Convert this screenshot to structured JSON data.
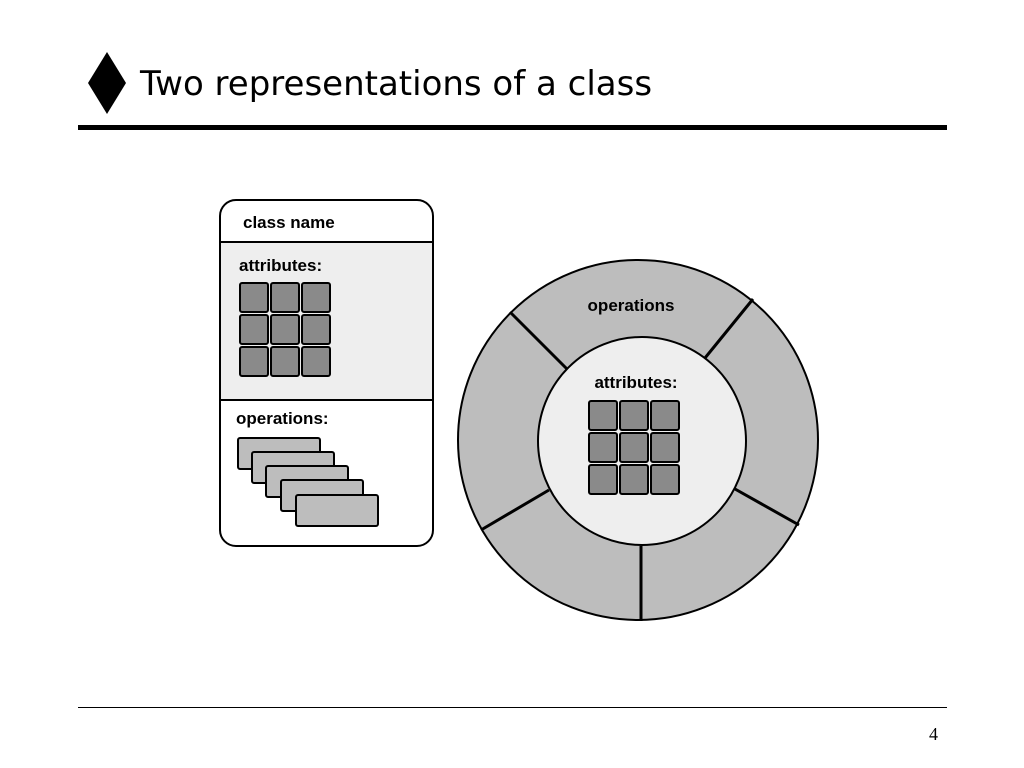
{
  "slide": {
    "title": "Two representations of a class",
    "page_number": "4",
    "bullet_icon": "diamond-bullet-icon"
  },
  "box_representation": {
    "class_name_label": "class name",
    "attributes_label": "attributes:",
    "operations_label": "operations:"
  },
  "donut_representation": {
    "operations_label": "operations",
    "attributes_label": "attributes:"
  },
  "colors": {
    "ring_fill": "#bdbdbd",
    "core_fill": "#eeeeee",
    "attribute_cell": "#8a8a8a",
    "operation_card": "#bdbdbd",
    "outline": "#000000"
  }
}
